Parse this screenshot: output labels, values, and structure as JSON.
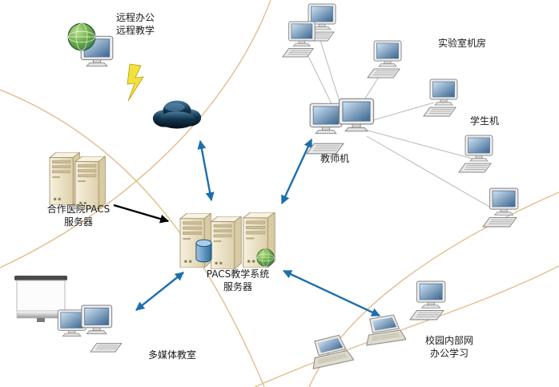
{
  "diagram": {
    "labels": {
      "remote_line1": "远程办公",
      "remote_line2": "远程教学",
      "lab": "实验室机房",
      "student": "学生机",
      "teacher": "教师机",
      "hospital_line1": "合作医院PACS",
      "hospital_line2": "服务器",
      "pacs_line1": "PACS教学系统",
      "pacs_line2": "服务器",
      "multimedia": "多媒体教室",
      "campus_line1": "校园内部网",
      "campus_line2": "办公学习"
    },
    "colors": {
      "link_arrow_blue": "#1c6fad",
      "hospital_arrow_black": "#000000",
      "background_curve_tan": "#e3bd8b",
      "lan_line_gray": "#b8b8b8",
      "server_beige": "#ece2c8",
      "cloud_dark": "#0b1c2a",
      "screen_blue": "#3a6591",
      "lightning_yellow": "#f3e13c",
      "database_blue": "#2f6b9e",
      "globe_green": "#5da13f"
    }
  }
}
